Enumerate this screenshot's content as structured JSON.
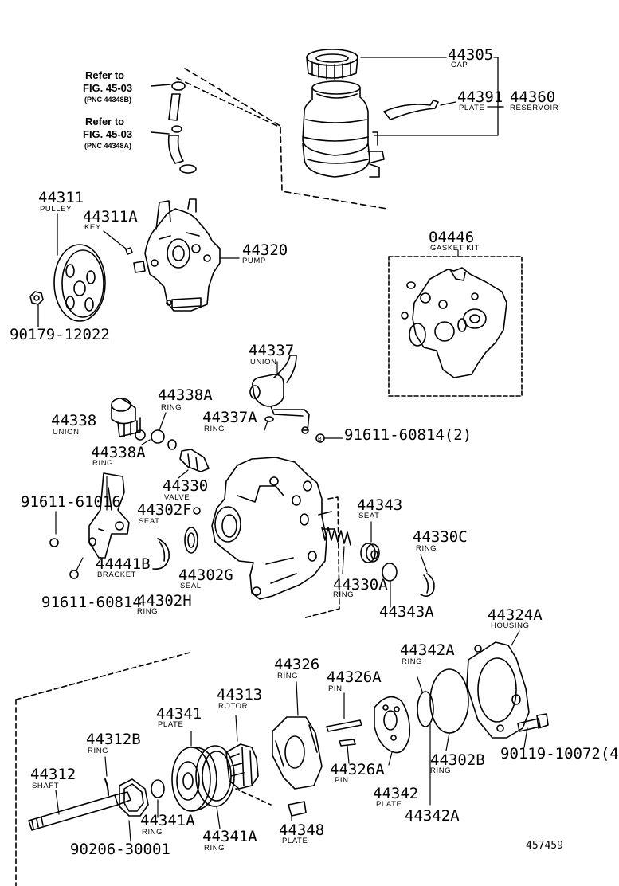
{
  "references": [
    {
      "line1": "Refer to",
      "fig": "FIG. 45-03",
      "pnc": "(PNC 44348B)"
    },
    {
      "line1": "Refer to",
      "fig": "FIG. 45-03",
      "pnc": "(PNC 44348A)"
    }
  ],
  "parts": {
    "p44305": {
      "num": "44305",
      "name": "CAP"
    },
    "p44391": {
      "num": "44391",
      "name": "PLATE"
    },
    "p44360": {
      "num": "44360",
      "name": "RESERVOIR"
    },
    "p44311": {
      "num": "44311",
      "name": "PULLEY"
    },
    "p44311A": {
      "num": "44311A",
      "name": "KEY"
    },
    "p44320": {
      "num": "44320",
      "name": "PUMP"
    },
    "p90179": {
      "num": "90179-12022"
    },
    "p04446": {
      "num": "04446",
      "name": "GASKET KIT"
    },
    "p44337": {
      "num": "44337",
      "name": "UNION"
    },
    "p44338A_1": {
      "num": "44338A",
      "name": "RING"
    },
    "p44338": {
      "num": "44338",
      "name": "UNION"
    },
    "p44337A": {
      "num": "44337A",
      "name": "RING"
    },
    "p91611_60814_2": {
      "num": "91611-60814(2)"
    },
    "p44338A_2": {
      "num": "44338A",
      "name": "RING"
    },
    "p44330": {
      "num": "44330",
      "name": "VALVE"
    },
    "p91611_61016": {
      "num": "91611-61016"
    },
    "p44302F": {
      "num": "44302F",
      "name": "SEAT"
    },
    "p44343": {
      "num": "44343",
      "name": "SEAT"
    },
    "p44330C": {
      "num": "44330C",
      "name": "RING"
    },
    "p44441B": {
      "num": "44441B",
      "name": "BRACKET"
    },
    "p44302G": {
      "num": "44302G",
      "name": "SEAL"
    },
    "p91611_60814": {
      "num": "91611-60814"
    },
    "p44302H": {
      "num": "44302H",
      "name": "RING"
    },
    "p44330A": {
      "num": "44330A",
      "name": "RING"
    },
    "p44343A": {
      "num": "44343A"
    },
    "p44324A": {
      "num": "44324A",
      "name": "HOUSING"
    },
    "p44342A_1": {
      "num": "44342A",
      "name": "RING"
    },
    "p44326": {
      "num": "44326",
      "name": "RING"
    },
    "p44326A_1": {
      "num": "44326A",
      "name": "PIN"
    },
    "p44313": {
      "num": "44313",
      "name": "ROTOR"
    },
    "p44341": {
      "num": "44341",
      "name": "PLATE"
    },
    "p44312B": {
      "num": "44312B",
      "name": "RING"
    },
    "p44312": {
      "num": "44312",
      "name": "SHAFT"
    },
    "p90119": {
      "num": "90119-10072(4"
    },
    "p44302B": {
      "num": "44302B",
      "name": "RING"
    },
    "p44326A_2": {
      "num": "44326A",
      "name": "PIN"
    },
    "p44342": {
      "num": "44342",
      "name": "PLATE"
    },
    "p44342A_2": {
      "num": "44342A"
    },
    "p44341A_1": {
      "num": "44341A",
      "name": "RING"
    },
    "p44341A_2": {
      "num": "44341A",
      "name": "RING"
    },
    "p44348": {
      "num": "44348",
      "name": "PLATE"
    },
    "p90206": {
      "num": "90206-30001"
    }
  },
  "figure_number": "457459"
}
